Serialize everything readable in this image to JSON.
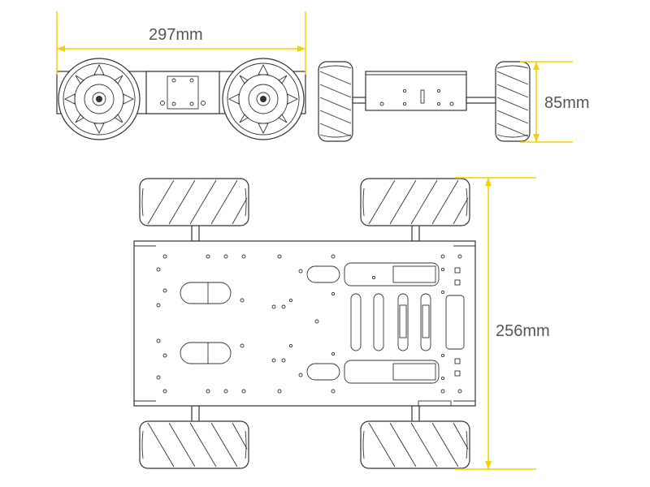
{
  "dimensions": {
    "width": "297mm",
    "height": "85mm",
    "length": "256mm"
  },
  "colors": {
    "dimension_line": "#f5d100",
    "outline": "#333333",
    "label_text": "#555555",
    "background": "#ffffff"
  },
  "views": [
    "front-view",
    "side-view",
    "top-view"
  ]
}
